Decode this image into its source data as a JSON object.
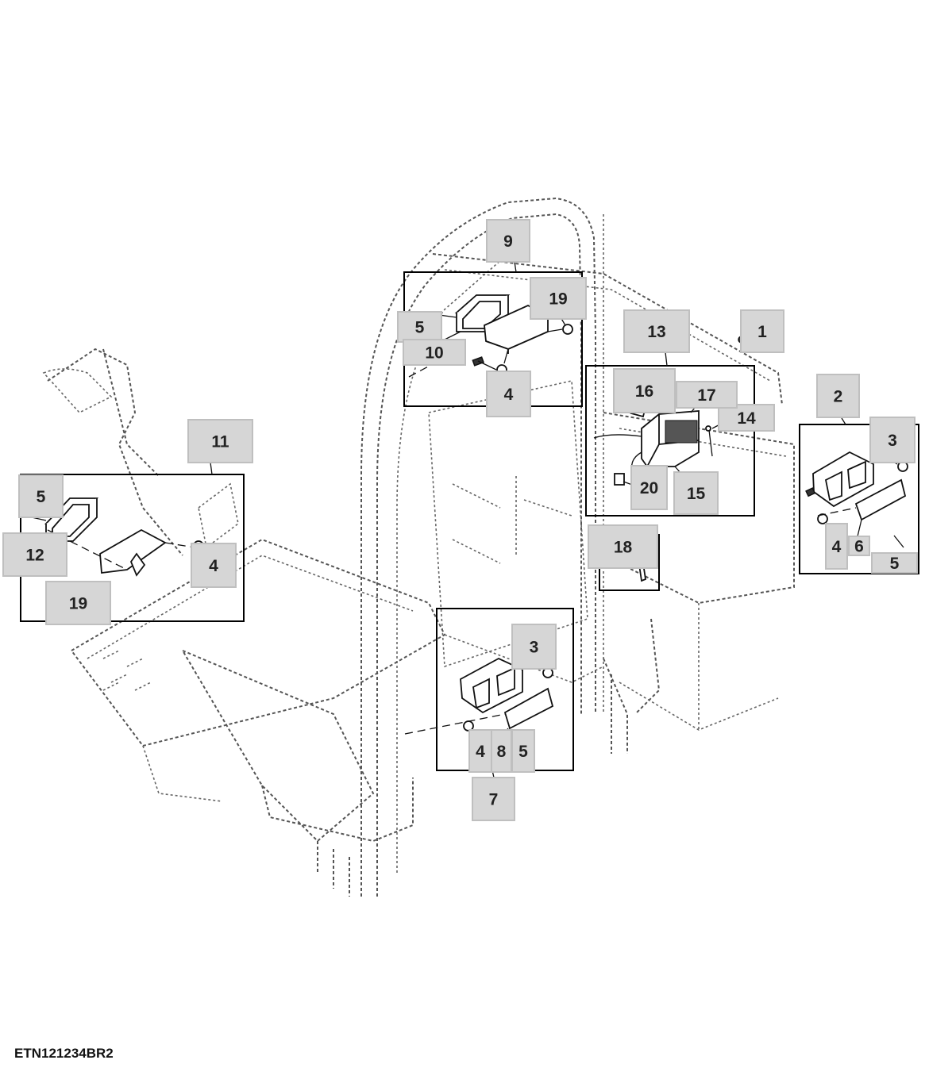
{
  "figure_id": "ETN121234BR2",
  "callouts": [
    {
      "id": "c1",
      "label": "1"
    },
    {
      "id": "c2",
      "label": "2"
    },
    {
      "id": "c3a",
      "label": "3"
    },
    {
      "id": "c3b",
      "label": "3"
    },
    {
      "id": "c4a",
      "label": "4"
    },
    {
      "id": "c4b",
      "label": "4"
    },
    {
      "id": "c4c",
      "label": "4"
    },
    {
      "id": "c4d",
      "label": "4"
    },
    {
      "id": "c5a",
      "label": "5"
    },
    {
      "id": "c5b",
      "label": "5"
    },
    {
      "id": "c5c",
      "label": "5"
    },
    {
      "id": "c5d",
      "label": "5"
    },
    {
      "id": "c6",
      "label": "6"
    },
    {
      "id": "c7",
      "label": "7"
    },
    {
      "id": "c8",
      "label": "8"
    },
    {
      "id": "c9",
      "label": "9"
    },
    {
      "id": "c10",
      "label": "10"
    },
    {
      "id": "c11",
      "label": "11"
    },
    {
      "id": "c12",
      "label": "12"
    },
    {
      "id": "c13",
      "label": "13"
    },
    {
      "id": "c14",
      "label": "14"
    },
    {
      "id": "c15",
      "label": "15"
    },
    {
      "id": "c16",
      "label": "16"
    },
    {
      "id": "c17",
      "label": "17"
    },
    {
      "id": "c18",
      "label": "18"
    },
    {
      "id": "c19a",
      "label": "19"
    },
    {
      "id": "c19b",
      "label": "19"
    },
    {
      "id": "c20",
      "label": "20"
    }
  ]
}
